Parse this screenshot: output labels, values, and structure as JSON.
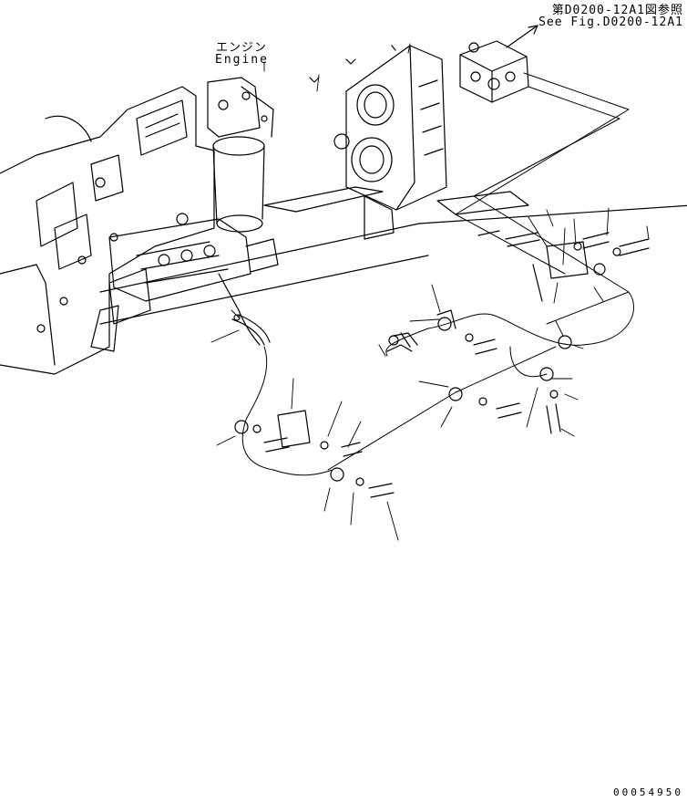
{
  "reference": {
    "japanese": "第D0200-12A1図参照",
    "english": "See Fig.D0200-12A1"
  },
  "engine_label": {
    "japanese": "エンジン",
    "english": "Engine"
  },
  "drawing_number": "00054950"
}
